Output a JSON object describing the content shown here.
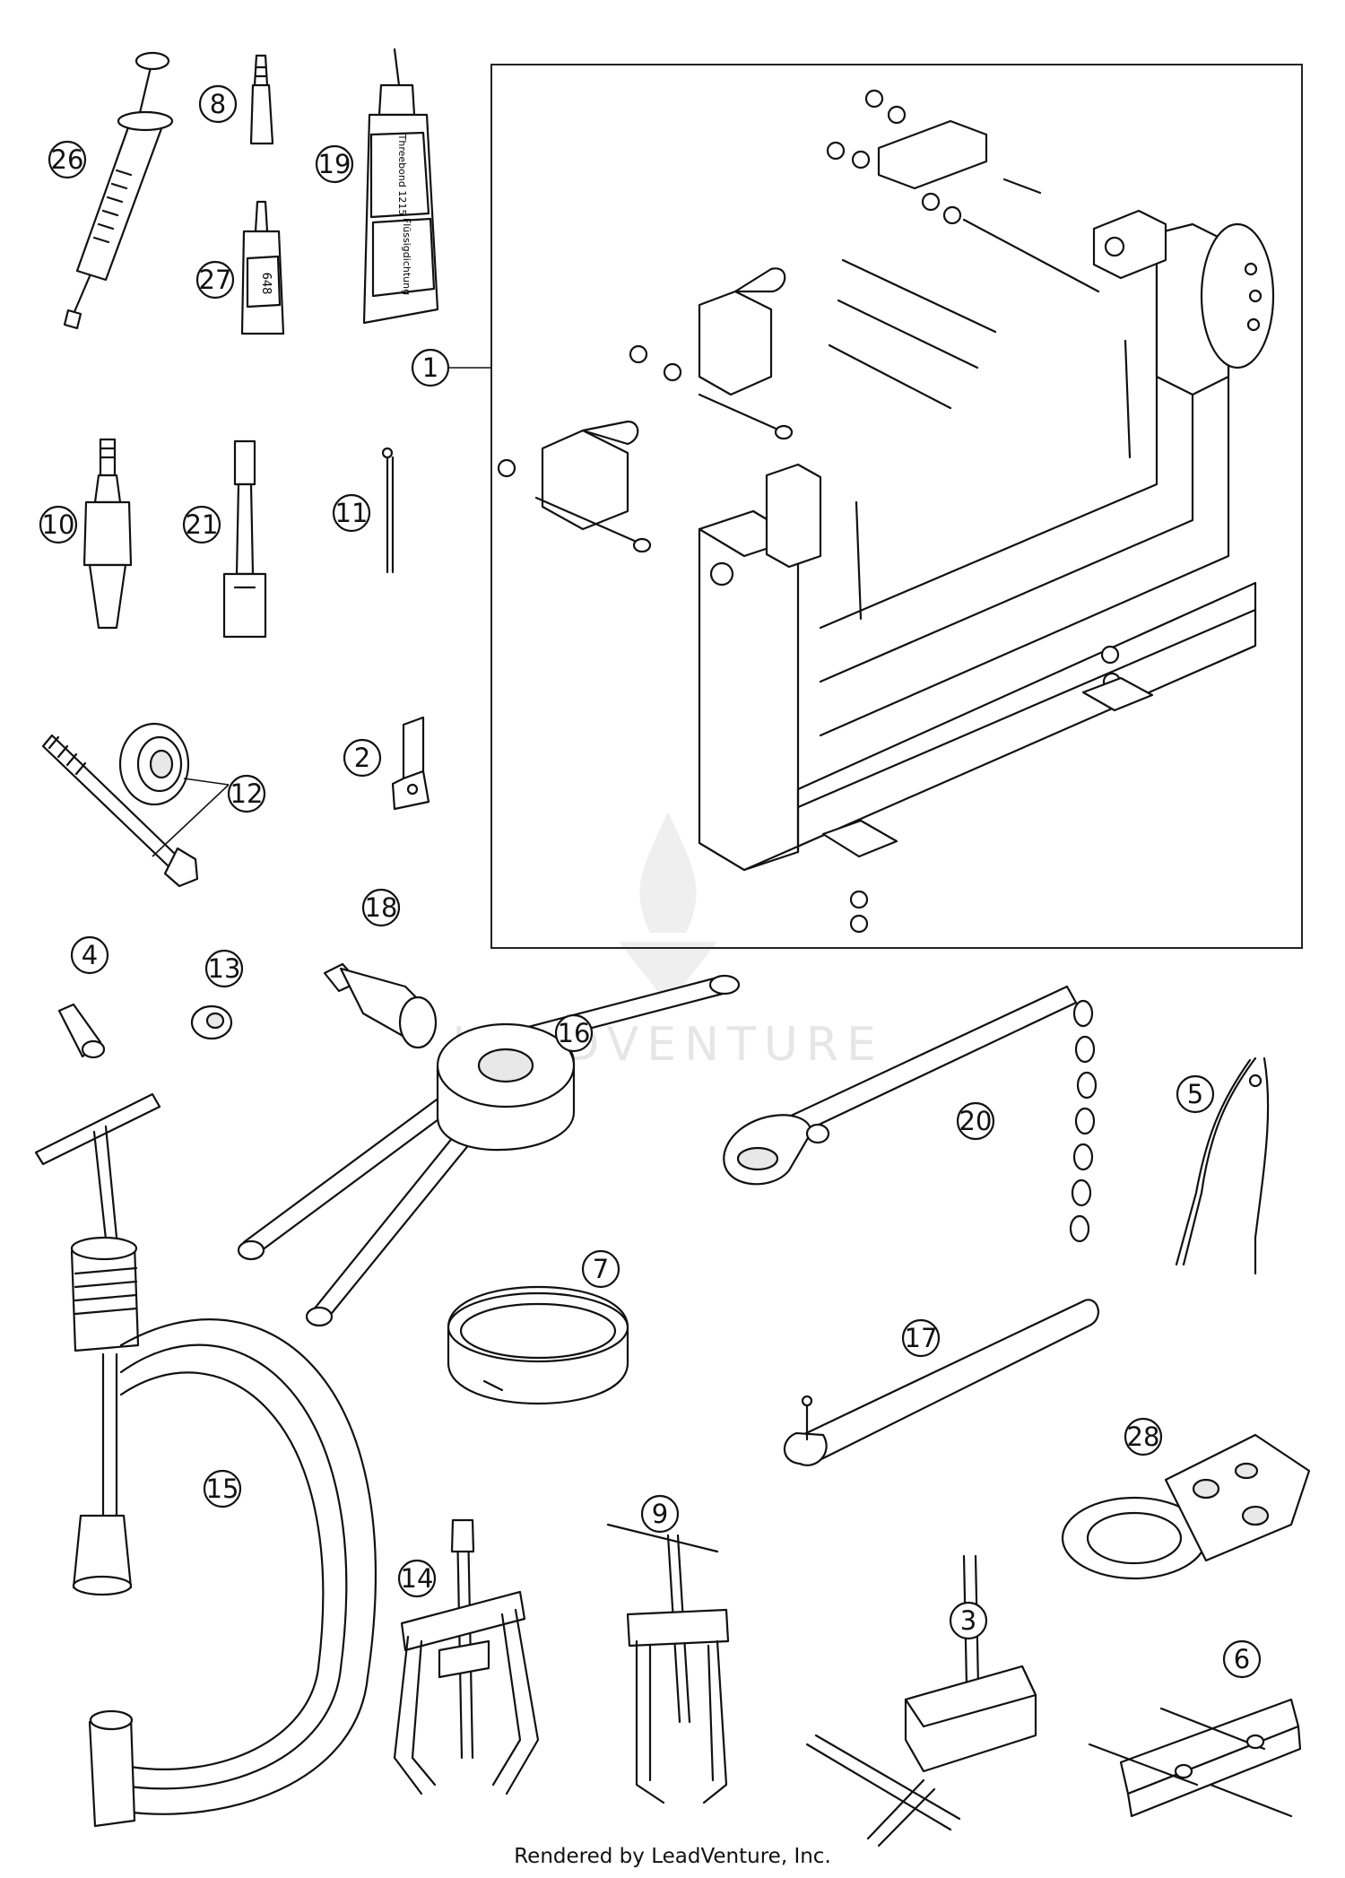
{
  "diagram": {
    "footer": "Rendered by LeadVenture, Inc.",
    "watermark": "LEADVENTURE",
    "callouts": {
      "c1": "1",
      "c2": "2",
      "c3": "3",
      "c4": "4",
      "c5": "5",
      "c6": "6",
      "c7": "7",
      "c8": "8",
      "c9": "9",
      "c10": "10",
      "c11": "11",
      "c12": "12",
      "c13": "13",
      "c14": "14",
      "c15": "15",
      "c16": "16",
      "c17": "17",
      "c18": "18",
      "c19": "19",
      "c20": "20",
      "c21": "21",
      "c26": "26",
      "c27": "27",
      "c28": "28"
    },
    "labels": {
      "tube": "Threebond 1215",
      "tube_sub": "Flüssigdichtung",
      "bottle": "648"
    }
  }
}
